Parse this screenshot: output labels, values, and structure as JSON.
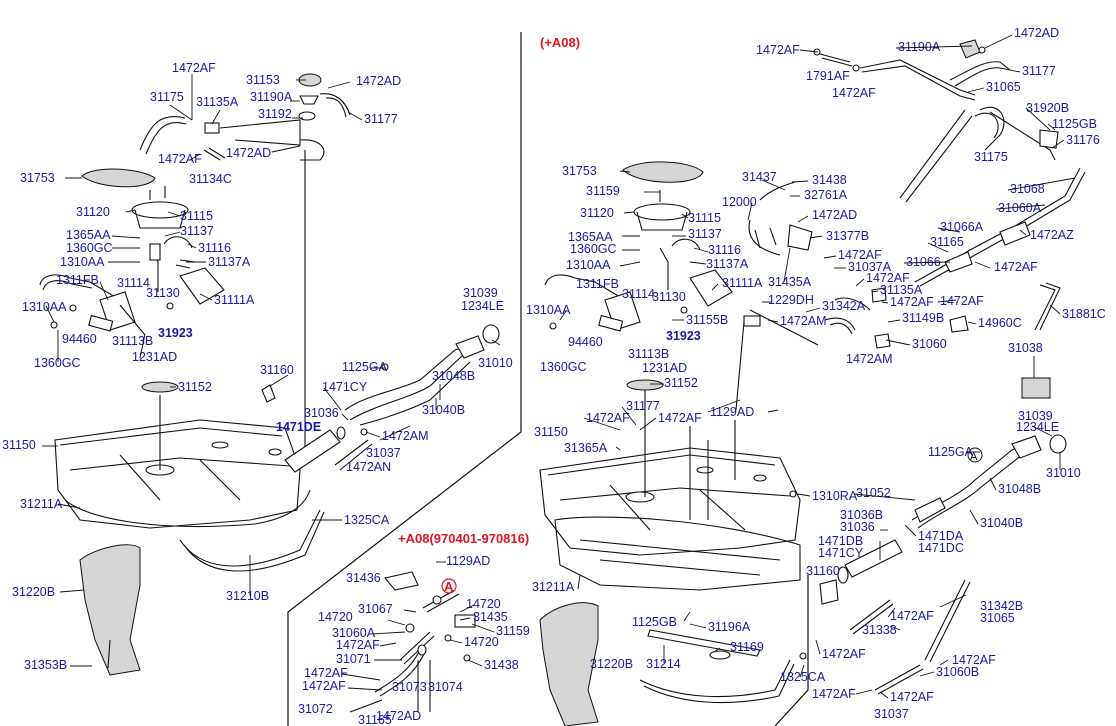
{
  "variants": {
    "a08": "(+A08)",
    "a08_dated": "+A08(970401-970816)",
    "ref_a": "A"
  },
  "labels": [
    {
      "id": "l1",
      "text": "1472AF"
    },
    {
      "id": "l2",
      "text": "31153"
    },
    {
      "id": "l3",
      "text": "1472AD"
    },
    {
      "id": "l4",
      "text": "31175"
    },
    {
      "id": "l5",
      "text": "31135A"
    },
    {
      "id": "l6",
      "text": "31190A"
    },
    {
      "id": "l7",
      "text": "31192"
    },
    {
      "id": "l8",
      "text": "31177"
    },
    {
      "id": "l9",
      "text": "1472AF"
    },
    {
      "id": "l10",
      "text": "1472AD"
    },
    {
      "id": "l11",
      "text": "31134C"
    },
    {
      "id": "l12",
      "text": "31753"
    },
    {
      "id": "l13",
      "text": "31120"
    },
    {
      "id": "l14",
      "text": "31115"
    },
    {
      "id": "l15",
      "text": "1365AA"
    },
    {
      "id": "l16",
      "text": "31137"
    },
    {
      "id": "l17",
      "text": "1360GC"
    },
    {
      "id": "l18",
      "text": "31116"
    },
    {
      "id": "l19",
      "text": "1310AA"
    },
    {
      "id": "l20",
      "text": "31137A"
    },
    {
      "id": "l21",
      "text": "1311FB"
    },
    {
      "id": "l22",
      "text": "31114"
    },
    {
      "id": "l23",
      "text": "31130"
    },
    {
      "id": "l24",
      "text": "31111A"
    },
    {
      "id": "l25",
      "text": "1310AA"
    },
    {
      "id": "l26",
      "text": "31923"
    },
    {
      "id": "l27",
      "text": "94460"
    },
    {
      "id": "l28",
      "text": "31113B"
    },
    {
      "id": "l29",
      "text": "1360GC"
    },
    {
      "id": "l30",
      "text": "1231AD"
    },
    {
      "id": "l31",
      "text": "31039"
    },
    {
      "id": "l32",
      "text": "1234LE"
    },
    {
      "id": "l33",
      "text": "31160"
    },
    {
      "id": "l34",
      "text": "1125GA"
    },
    {
      "id": "l35",
      "text": "31010"
    },
    {
      "id": "l36",
      "text": "1471CY"
    },
    {
      "id": "l37",
      "text": "31048B"
    },
    {
      "id": "l38",
      "text": "31152"
    },
    {
      "id": "l39",
      "text": "31036"
    },
    {
      "id": "l40",
      "text": "31040B"
    },
    {
      "id": "l41",
      "text": "1471DE"
    },
    {
      "id": "l42",
      "text": "1472AM"
    },
    {
      "id": "l43",
      "text": "31037"
    },
    {
      "id": "l44",
      "text": "1472AN"
    },
    {
      "id": "l45",
      "text": "31150"
    },
    {
      "id": "l46",
      "text": "31211A"
    },
    {
      "id": "l47",
      "text": "1325CA"
    },
    {
      "id": "l48",
      "text": "31220B"
    },
    {
      "id": "l49",
      "text": "31210B"
    },
    {
      "id": "l50",
      "text": "31353B"
    },
    {
      "id": "m1",
      "text": "1129AD"
    },
    {
      "id": "m2",
      "text": "31436"
    },
    {
      "id": "m3",
      "text": "14720"
    },
    {
      "id": "m4",
      "text": "31067"
    },
    {
      "id": "m5",
      "text": "14720"
    },
    {
      "id": "m6",
      "text": "31435"
    },
    {
      "id": "m7",
      "text": "31060A"
    },
    {
      "id": "m8",
      "text": "31159"
    },
    {
      "id": "m9",
      "text": "1472AF"
    },
    {
      "id": "m10",
      "text": "14720"
    },
    {
      "id": "m11",
      "text": "31071"
    },
    {
      "id": "m12",
      "text": "31438"
    },
    {
      "id": "m13",
      "text": "1472AF"
    },
    {
      "id": "m14",
      "text": "1472AF"
    },
    {
      "id": "m15",
      "text": "31073"
    },
    {
      "id": "m16",
      "text": "31074"
    },
    {
      "id": "m17",
      "text": "1472AD"
    },
    {
      "id": "m18",
      "text": "31072"
    },
    {
      "id": "m19",
      "text": "31165"
    },
    {
      "id": "r1",
      "text": "1472AF"
    },
    {
      "id": "r2",
      "text": "31190A"
    },
    {
      "id": "r3",
      "text": "1472AD"
    },
    {
      "id": "r4",
      "text": "1791AF"
    },
    {
      "id": "r5",
      "text": "31177"
    },
    {
      "id": "r6",
      "text": "1472AF"
    },
    {
      "id": "r7",
      "text": "31065"
    },
    {
      "id": "r8",
      "text": "31920B"
    },
    {
      "id": "r9",
      "text": "1125GB"
    },
    {
      "id": "r10",
      "text": "31176"
    },
    {
      "id": "r11",
      "text": "31175"
    },
    {
      "id": "r12",
      "text": "31753"
    },
    {
      "id": "r13",
      "text": "31437"
    },
    {
      "id": "r14",
      "text": "31438"
    },
    {
      "id": "r15",
      "text": "31159"
    },
    {
      "id": "r16",
      "text": "32761A"
    },
    {
      "id": "r17",
      "text": "31068"
    },
    {
      "id": "r18",
      "text": "12000"
    },
    {
      "id": "r19",
      "text": "31120"
    },
    {
      "id": "r20",
      "text": "31115"
    },
    {
      "id": "r21",
      "text": "1472AD"
    },
    {
      "id": "r22",
      "text": "31060A"
    },
    {
      "id": "r23",
      "text": "1365AA"
    },
    {
      "id": "r24",
      "text": "31137"
    },
    {
      "id": "r25",
      "text": "31377B"
    },
    {
      "id": "r26",
      "text": "31066A"
    },
    {
      "id": "r27",
      "text": "1360GC"
    },
    {
      "id": "r28",
      "text": "31116"
    },
    {
      "id": "r29",
      "text": "1472AF"
    },
    {
      "id": "r30",
      "text": "31165"
    },
    {
      "id": "r31",
      "text": "1472AZ"
    },
    {
      "id": "r32",
      "text": "1310AA"
    },
    {
      "id": "r33",
      "text": "31137A"
    },
    {
      "id": "r34",
      "text": "31037A"
    },
    {
      "id": "r35",
      "text": "31066"
    },
    {
      "id": "r36",
      "text": "1472AF"
    },
    {
      "id": "r37",
      "text": "1311FB"
    },
    {
      "id": "r38",
      "text": "31435A"
    },
    {
      "id": "r39",
      "text": "1472AF"
    },
    {
      "id": "r40",
      "text": "31114"
    },
    {
      "id": "r41",
      "text": "31130"
    },
    {
      "id": "r42",
      "text": "31111A"
    },
    {
      "id": "r43",
      "text": "31135A"
    },
    {
      "id": "r44",
      "text": "1472AF"
    },
    {
      "id": "r45",
      "text": "1229DH"
    },
    {
      "id": "r46",
      "text": "1472AF"
    },
    {
      "id": "r47",
      "text": "31881C"
    },
    {
      "id": "r48",
      "text": "1310AA"
    },
    {
      "id": "r49",
      "text": "31155B"
    },
    {
      "id": "r50",
      "text": "31342A"
    },
    {
      "id": "r51",
      "text": "31149B"
    },
    {
      "id": "r52",
      "text": "1472AM"
    },
    {
      "id": "r53",
      "text": "14960C"
    },
    {
      "id": "r54",
      "text": "31923"
    },
    {
      "id": "r55",
      "text": "94460"
    },
    {
      "id": "r56",
      "text": "31113B"
    },
    {
      "id": "r57",
      "text": "31060"
    },
    {
      "id": "r58",
      "text": "1472AM"
    },
    {
      "id": "r59",
      "text": "1360GC"
    },
    {
      "id": "r60",
      "text": "1231AD"
    },
    {
      "id": "r61",
      "text": "31038"
    },
    {
      "id": "r62",
      "text": "31152"
    },
    {
      "id": "r63",
      "text": "31177"
    },
    {
      "id": "r64",
      "text": "1472AF"
    },
    {
      "id": "r65",
      "text": "1472AF"
    },
    {
      "id": "r66",
      "text": "1129AD"
    },
    {
      "id": "r67",
      "text": "31039"
    },
    {
      "id": "r68",
      "text": "1234LE"
    },
    {
      "id": "r69",
      "text": "31150"
    },
    {
      "id": "r70",
      "text": "31365A"
    },
    {
      "id": "r71",
      "text": "1125GA"
    },
    {
      "id": "r72",
      "text": "31010"
    },
    {
      "id": "r73",
      "text": "1310RA"
    },
    {
      "id": "r74",
      "text": "31052"
    },
    {
      "id": "r75",
      "text": "31048B"
    },
    {
      "id": "r76",
      "text": "31036B"
    },
    {
      "id": "r77",
      "text": "31036"
    },
    {
      "id": "r78",
      "text": "31040B"
    },
    {
      "id": "r79",
      "text": "1471DA"
    },
    {
      "id": "r80",
      "text": "1471DB"
    },
    {
      "id": "r81",
      "text": "1471CY"
    },
    {
      "id": "r82",
      "text": "1471DC"
    },
    {
      "id": "r83",
      "text": "31211A"
    },
    {
      "id": "r84",
      "text": "31160"
    },
    {
      "id": "r85",
      "text": "1125GB"
    },
    {
      "id": "r86",
      "text": "31196A"
    },
    {
      "id": "r87",
      "text": "1472AF"
    },
    {
      "id": "r88",
      "text": "31338"
    },
    {
      "id": "r89",
      "text": "31342B"
    },
    {
      "id": "r90",
      "text": "31065"
    },
    {
      "id": "r91",
      "text": "31169"
    },
    {
      "id": "r92",
      "text": "31214"
    },
    {
      "id": "r93",
      "text": "1472AF"
    },
    {
      "id": "r94",
      "text": "31220B"
    },
    {
      "id": "r95",
      "text": "1325CA"
    },
    {
      "id": "r96",
      "text": "1472AF"
    },
    {
      "id": "r97",
      "text": "31060B"
    },
    {
      "id": "r98",
      "text": "1472AF"
    },
    {
      "id": "r99",
      "text": "1472AF"
    },
    {
      "id": "r100",
      "text": "31037"
    }
  ]
}
